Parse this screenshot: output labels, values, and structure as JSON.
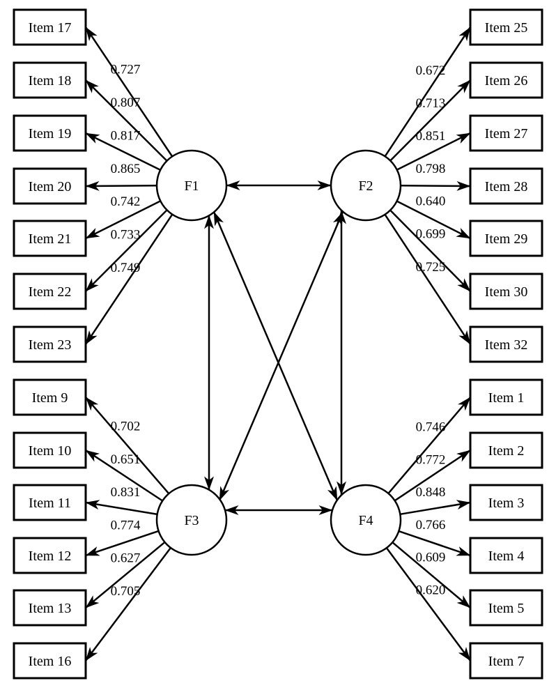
{
  "page": {
    "background_color": "#ffffff",
    "line_color": "#000000",
    "node_fill_color": "#ffffff"
  },
  "diagram": {
    "type": "cfa-path-diagram",
    "factors": [
      {
        "id": "F1",
        "label": "F1",
        "position": "top-left",
        "items": [
          {
            "label": "Item 17",
            "loading": "0.727"
          },
          {
            "label": "Item 18",
            "loading": "0.807"
          },
          {
            "label": "Item 19",
            "loading": "0.817"
          },
          {
            "label": "Item 20",
            "loading": "0.865"
          },
          {
            "label": "Item 21",
            "loading": "0.742"
          },
          {
            "label": "Item 22",
            "loading": "0.733"
          },
          {
            "label": "Item 23",
            "loading": "0.749"
          }
        ]
      },
      {
        "id": "F2",
        "label": "F2",
        "position": "top-right",
        "items": [
          {
            "label": "Item 25",
            "loading": "0.672"
          },
          {
            "label": "Item 26",
            "loading": "0.713"
          },
          {
            "label": "Item 27",
            "loading": "0.851"
          },
          {
            "label": "Item 28",
            "loading": "0.798"
          },
          {
            "label": "Item 29",
            "loading": "0.640"
          },
          {
            "label": "Item 30",
            "loading": "0.699"
          },
          {
            "label": "Item 32",
            "loading": "0.725"
          }
        ]
      },
      {
        "id": "F3",
        "label": "F3",
        "position": "bottom-left",
        "items": [
          {
            "label": "Item 9",
            "loading": "0.702"
          },
          {
            "label": "Item 10",
            "loading": "0.651"
          },
          {
            "label": "Item 11",
            "loading": "0.831"
          },
          {
            "label": "Item 12",
            "loading": "0.774"
          },
          {
            "label": "Item 13",
            "loading": "0.627"
          },
          {
            "label": "Item 16",
            "loading": "0.705"
          }
        ]
      },
      {
        "id": "F4",
        "label": "F4",
        "position": "bottom-right",
        "items": [
          {
            "label": "Item 1",
            "loading": "0.746"
          },
          {
            "label": "Item 2",
            "loading": "0.772"
          },
          {
            "label": "Item 3",
            "loading": "0.848"
          },
          {
            "label": "Item 4",
            "loading": "0.766"
          },
          {
            "label": "Item 5",
            "loading": "0.609"
          },
          {
            "label": "Item 7",
            "loading": "0.620"
          }
        ]
      }
    ],
    "correlations": [
      {
        "between": [
          "F1",
          "F2"
        ]
      },
      {
        "between": [
          "F1",
          "F3"
        ]
      },
      {
        "between": [
          "F1",
          "F4"
        ]
      },
      {
        "between": [
          "F2",
          "F3"
        ]
      },
      {
        "between": [
          "F2",
          "F4"
        ]
      },
      {
        "between": [
          "F3",
          "F4"
        ]
      }
    ]
  }
}
